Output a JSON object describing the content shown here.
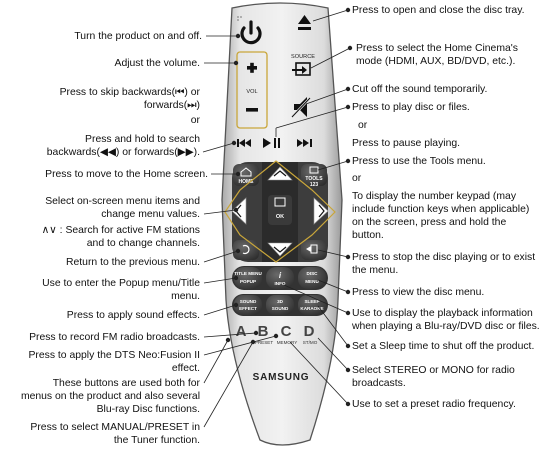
{
  "left_labels": [
    "Turn the product on and off.",
    "Adjust the volume.",
    "Press to skip backwards(⏮) or",
    "forwards(⏭)",
    "or",
    "Press and hold to search",
    "backwards(◀◀) or forwards(▶▶).",
    "Press to move to the Home screen.",
    "Select on-screen menu items and",
    "change menu values.",
    "∧∨ : Search for active FM stations",
    "and to change channels.",
    "Return to the previous menu.",
    "Use to enter the Popup menu/Title",
    "menu.",
    "Press to apply sound effects.",
    "Press to record FM radio broadcasts.",
    "Press to apply the DTS Neo:Fusion II",
    "effect.",
    "These buttons are used both for",
    "menus on the product and also several",
    "Blu-ray Disc functions.",
    "Press to select MANUAL/PRESET in",
    "the Tuner function."
  ],
  "right_labels": [
    "Press to open and close the disc tray.",
    "Press to select the Home Cinema's",
    "mode (HDMI, AUX, BD/DVD, etc.).",
    "Cut off the sound temporarily.",
    "Press to play disc or files.",
    "or",
    "Press to pause playing.",
    "Press to use the Tools menu.",
    "or",
    "To display the number keypad (may",
    "include function keys when applicable)",
    "on the screen, press and hold the",
    "button.",
    "Press to stop the disc playing or to exist",
    "the menu.",
    "Press to view the disc menu.",
    "Use to display the playback information",
    "when playing a Blu-ray/DVD disc or files.",
    "Set a Sleep time to shut off the product.",
    "Select STEREO or MONO for radio",
    "broadcasts.",
    "Use to set a preset radio frequency."
  ],
  "remote": {
    "source": "SOURCE",
    "vol": "VOL",
    "home": "HOME",
    "tools": "TOOLS",
    "ok": "OK",
    "title_menu": "TITLE MENU",
    "popup": "POPUP",
    "info": "INFO",
    "disc_menu": "DISC",
    "disc_menu2": "MENU",
    "sound_effect": "SOUND",
    "sound_effect2": "EFFECT",
    "sound3d": "3D",
    "sound3d2": "SOUND",
    "sleep": "SLEEP",
    "karaoke": "KARAOKE",
    "key_a": "A",
    "key_b": "B",
    "key_c": "C",
    "key_d": "D",
    "preset": "PRESET",
    "memory": "MEMORY",
    "stmo": "ST/MO",
    "brand": "SAMSUNG"
  }
}
